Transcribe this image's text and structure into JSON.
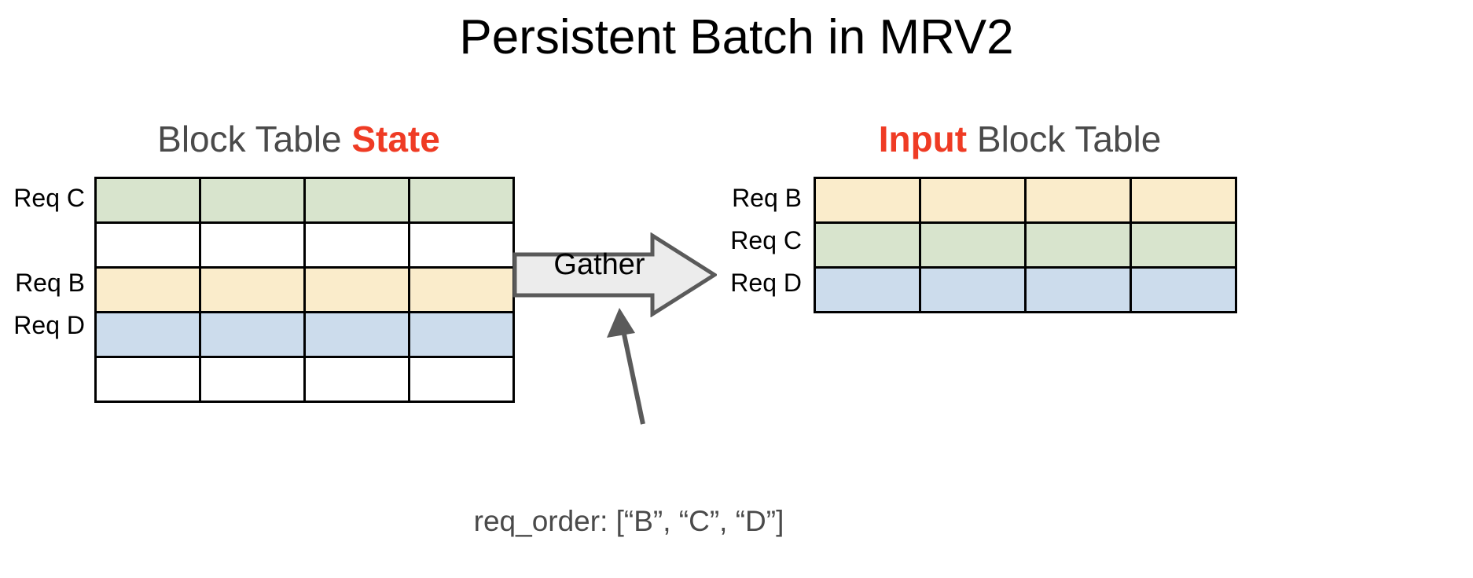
{
  "title": "Persistent Batch in MRV2",
  "left_panel": {
    "heading": {
      "prefix": "Block Table ",
      "accent": "State"
    },
    "table": {
      "columns": 4,
      "rows": [
        {
          "label": "Req C",
          "color": "#d8e4cd",
          "color_name": "green",
          "filled": true
        },
        {
          "label": "",
          "color": "#ffffff",
          "color_name": "white",
          "filled": false
        },
        {
          "label": "Req B",
          "color": "#faeccb",
          "color_name": "yellow",
          "filled": true
        },
        {
          "label": "Req D",
          "color": "#ccdcec",
          "color_name": "blue",
          "filled": true
        },
        {
          "label": "",
          "color": "#ffffff",
          "color_name": "white",
          "filled": false
        }
      ]
    }
  },
  "right_panel": {
    "heading": {
      "accent": "Input",
      "suffix": " Block Table"
    },
    "table": {
      "columns": 4,
      "rows": [
        {
          "label": "Req B",
          "color": "#faeccb",
          "color_name": "yellow",
          "filled": true
        },
        {
          "label": "Req C",
          "color": "#d8e4cd",
          "color_name": "green",
          "filled": true
        },
        {
          "label": "Req D",
          "color": "#ccdcec",
          "color_name": "blue",
          "filled": true
        }
      ]
    }
  },
  "operation": {
    "label": "Gather",
    "icon": "right-arrow-icon",
    "direction": "right"
  },
  "annotation": {
    "caption": "req_order: [“B”, “C”, “D”]",
    "order": [
      "B",
      "C",
      "D"
    ],
    "pointer_icon": "arrow-up-left-icon"
  },
  "colors": {
    "accent_red": "#ef3b24",
    "heading_gray": "#4a4a4a",
    "green": "#d8e4cd",
    "yellow": "#faeccb",
    "blue": "#ccdcec",
    "border": "#000000",
    "arrow_fill": "#ececec",
    "arrow_stroke": "#5a5a5a"
  }
}
